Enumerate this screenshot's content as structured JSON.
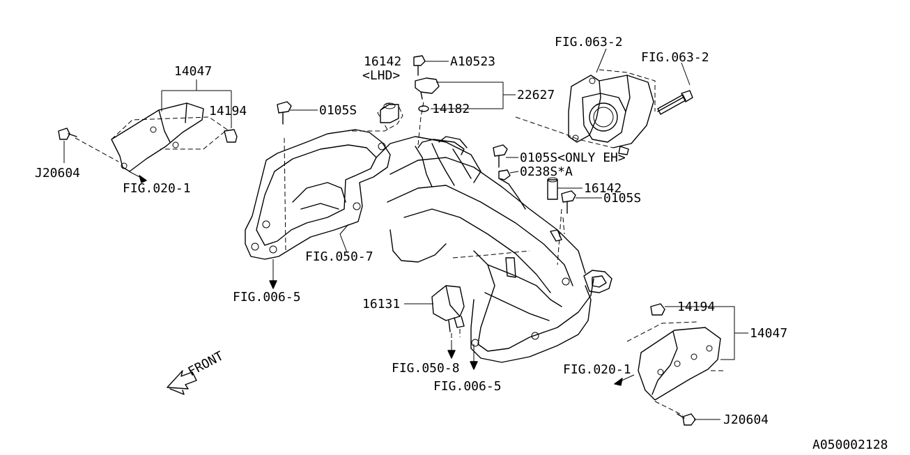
{
  "labels": {
    "p14047_top": "14047",
    "p14194_top": "14194",
    "j20604_top": "J20604",
    "fig020_1_top": "FIG.020-1",
    "p16142_top": "16142",
    "lhd": "<LHD>",
    "a10523": "A10523",
    "fig063_2_a": "FIG.063-2",
    "fig063_2_b": "FIG.063-2",
    "p22627": "22627",
    "p14182": "14182",
    "p0105s_a": "0105S",
    "p0105s_b": "0105S<ONLY EH>",
    "p0238s": "0238S*A",
    "p16142_mid": "16142",
    "p0105s_c": "0105S",
    "fig050_7": "FIG.050-7",
    "fig006_5_left": "FIG.006-5",
    "p16131": "16131",
    "fig050_8": "FIG.050-8",
    "fig006_5_bottom": "FIG.006-5",
    "p14194_bot": "14194",
    "p14047_bot": "14047",
    "fig020_1_bot": "FIG.020-1",
    "j20604_bot": "J20604",
    "front": "FRONT",
    "diagram_code": "A050002128"
  }
}
